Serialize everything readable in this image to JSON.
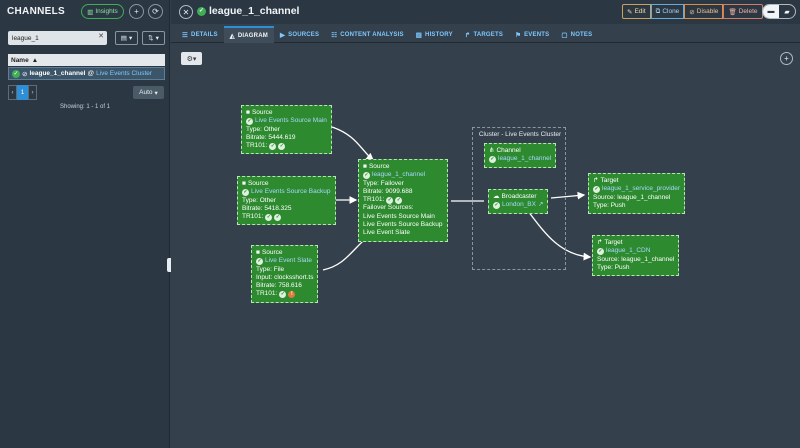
{
  "sidebar": {
    "title": "CHANNELS",
    "insights_label": "Insights",
    "search_value": "league_1",
    "column_name": "Name",
    "row": {
      "channel": "league_1_channel",
      "at": "@",
      "cluster": "Live Events Cluster"
    },
    "page": "1",
    "auto_label": "Auto",
    "showing": "Showing: 1 - 1 of 1"
  },
  "header": {
    "title": "league_1_channel",
    "actions": {
      "edit": "Edit",
      "clone": "Clone",
      "disable": "Disable",
      "delete": "Delete"
    }
  },
  "tabs": [
    {
      "label": "DETAILS",
      "icon": "list-icon"
    },
    {
      "label": "DIAGRAM",
      "icon": "diagram-icon"
    },
    {
      "label": "SOURCES",
      "icon": "video-icon"
    },
    {
      "label": "CONTENT ANALYSIS",
      "icon": "list-icon"
    },
    {
      "label": "HISTORY",
      "icon": "chart-icon"
    },
    {
      "label": "TARGETS",
      "icon": "share-icon"
    },
    {
      "label": "EVENTS",
      "icon": "flag-icon"
    },
    {
      "label": "NOTES",
      "icon": "note-icon"
    }
  ],
  "diagram": {
    "cluster_title": "Cluster - Live Events Cluster",
    "source_main": {
      "kind": "Source",
      "name": "Live Events Source Main",
      "type": "Type: Other",
      "bitrate": "Bitrate: 5444.619",
      "tr101": "TR101:"
    },
    "source_backup": {
      "kind": "Source",
      "name": "Live Events Source Backup",
      "type": "Type: Other",
      "bitrate": "Bitrate: 5418.325",
      "tr101": "TR101:"
    },
    "source_slate": {
      "kind": "Source",
      "name": "Live Event Slate",
      "type": "Type: File",
      "input": "Input: clocksshort.ts",
      "bitrate": "Bitrate: 758.616",
      "tr101": "TR101:"
    },
    "source_failover": {
      "kind": "Source",
      "name": "league_1_channel",
      "type": "Type: Failover",
      "bitrate": "Bitrate: 9099.688",
      "tr101": "TR101:",
      "failover_label": "Failover Sources:",
      "fs1": "Live Events Source Main",
      "fs2": "Live Events Source Backup",
      "fs3": "Live Event Slate"
    },
    "channel": {
      "kind": "Channel",
      "name": "league_1_channel"
    },
    "broadcaster": {
      "kind": "Broadcaster",
      "name": "London_BX"
    },
    "target_sp": {
      "kind": "Target",
      "name": "league_1_service_provider",
      "source": "Source: league_1_channel",
      "type": "Type: Push"
    },
    "target_cdn": {
      "kind": "Target",
      "name": "league_1_CDN",
      "source": "Source: league_1_channel",
      "type": "Type: Push"
    }
  },
  "colors": {
    "node_green": "#2d8a2f",
    "link_blue": "#a8d8ff",
    "tab_blue": "#2f8fd6",
    "background": "#34414d"
  }
}
